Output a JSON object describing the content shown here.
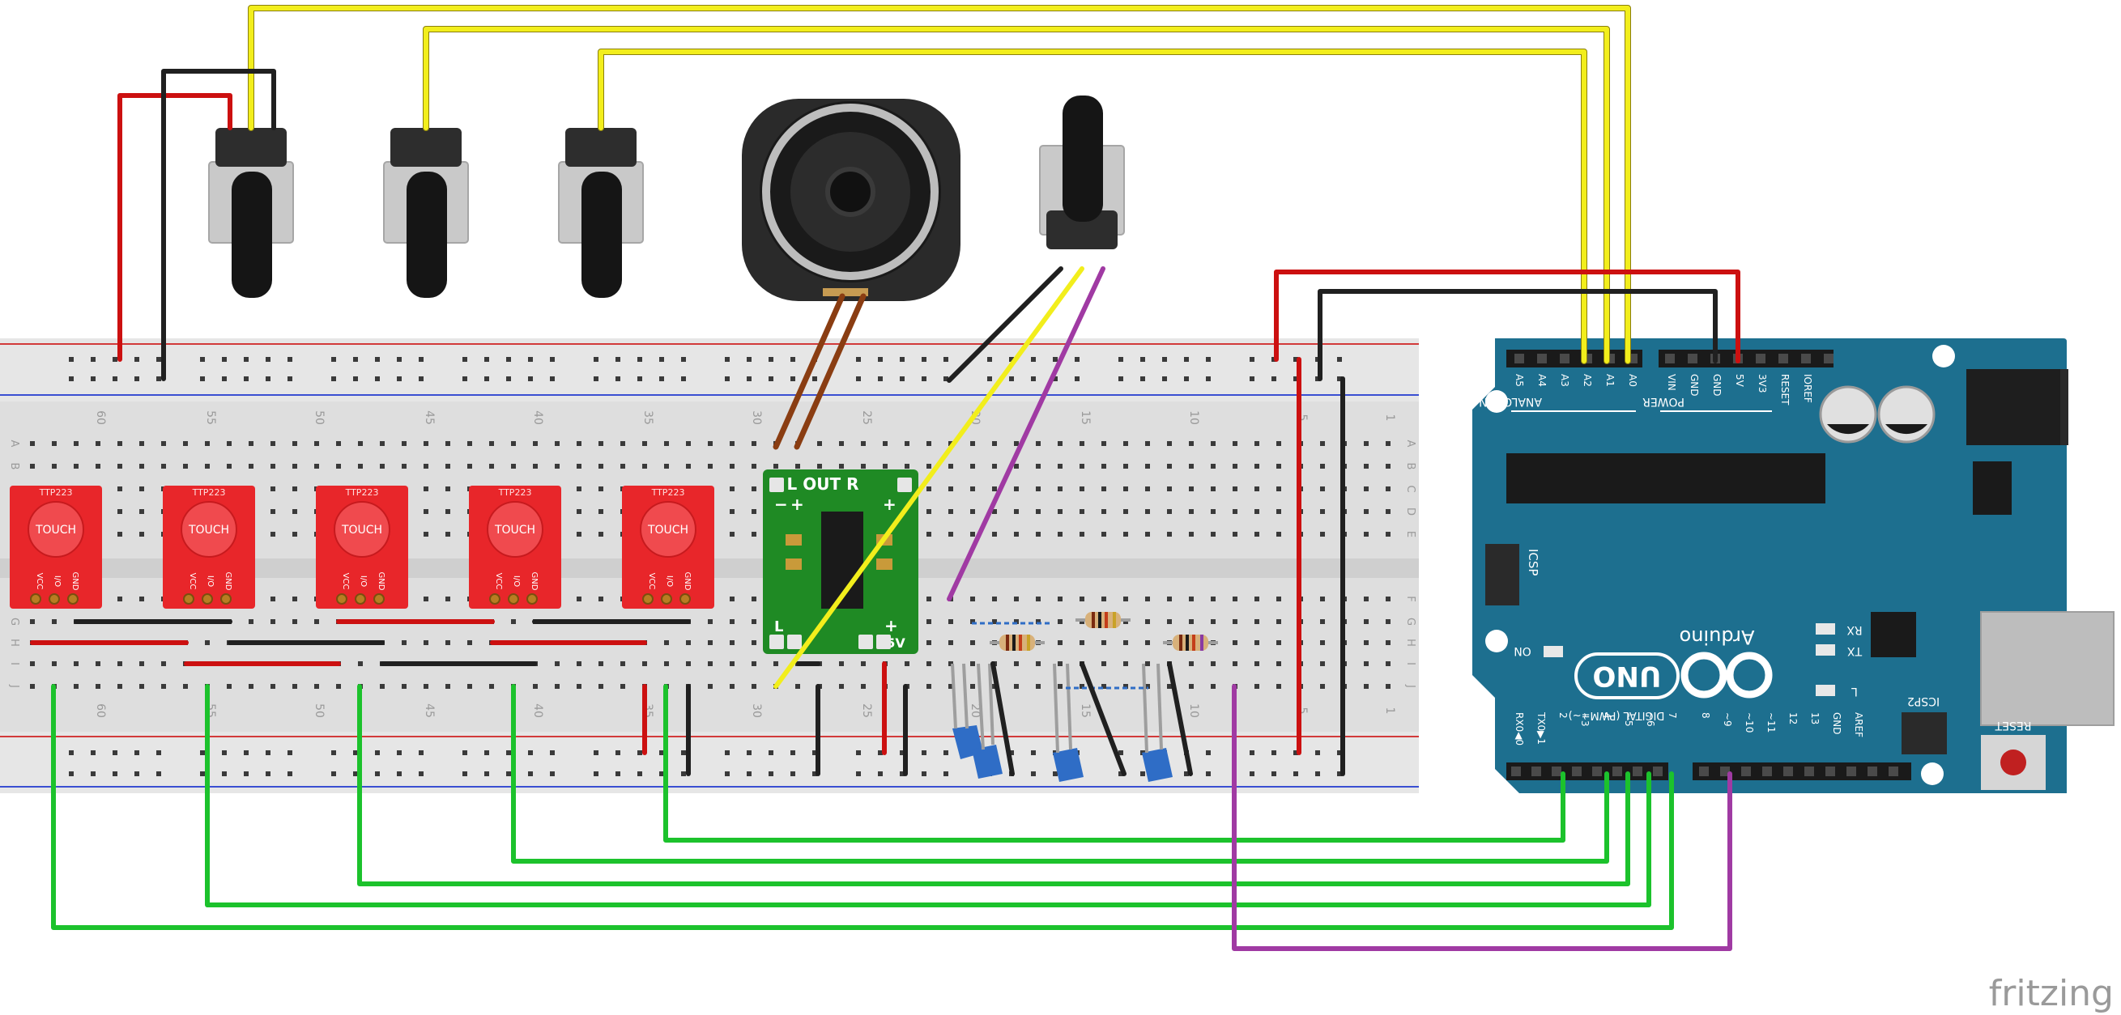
{
  "breadboard": {
    "row_letters": [
      "A",
      "B",
      "C",
      "D",
      "E",
      "F",
      "G",
      "H",
      "I",
      "J"
    ],
    "column_numbers": [
      "60",
      "55",
      "50",
      "45",
      "40",
      "35",
      "30",
      "25",
      "20",
      "15",
      "10",
      "5",
      "1"
    ]
  },
  "touch_sensors": [
    {
      "title": "TTP223",
      "label": "TOUCH",
      "pins": [
        "VCC",
        "I/O",
        "GND"
      ]
    },
    {
      "title": "TTP223",
      "label": "TOUCH",
      "pins": [
        "VCC",
        "I/O",
        "GND"
      ]
    },
    {
      "title": "TTP223",
      "label": "TOUCH",
      "pins": [
        "VCC",
        "I/O",
        "GND"
      ]
    },
    {
      "title": "TTP223",
      "label": "TOUCH",
      "pins": [
        "VCC",
        "I/O",
        "GND"
      ]
    },
    {
      "title": "TTP223",
      "label": "TOUCH",
      "pins": [
        "VCC",
        "I/O",
        "GND"
      ]
    }
  ],
  "amplifier": {
    "out_label": "L OUT R",
    "power_label": "5V",
    "left_label": "L",
    "plus": "+",
    "minus": "−"
  },
  "arduino": {
    "brand": "Arduino",
    "model": "UNO",
    "analog_header": "ANALOG IN",
    "analog_pins": [
      "A5",
      "A4",
      "A3",
      "A2",
      "A1",
      "A0"
    ],
    "power_header": "POWER",
    "power_pins": [
      "VIN",
      "GND",
      "GND",
      "5V",
      "3V3",
      "RESET",
      "IOREF"
    ],
    "digital_header": "DIGITAL (PWM=~)",
    "digital_pins": [
      "RX0◀0",
      "TX0▶1",
      "2",
      "~3",
      "4",
      "~5",
      "~6",
      "7",
      "8",
      "~9",
      "~10",
      "~11",
      "12",
      "13",
      "GND",
      "AREF"
    ],
    "icsp_label": "ICSP",
    "icsp2_label": "ICSP2",
    "on_label": "ON",
    "tx_label": "TX",
    "rx_label": "RX",
    "l_label": "L",
    "reset_label": "RESET"
  },
  "watermark": "fritzing",
  "colors": {
    "wire_red": "#cc1010",
    "wire_black": "#202020",
    "wire_yellow": "#f2ee1c",
    "wire_green": "#1cc22c",
    "wire_purple": "#a03aa3",
    "wire_brown": "#8a3d12",
    "arduino_blue": "#1d6f8f",
    "sensor_red": "#e8262a",
    "amp_green": "#1f8a24"
  }
}
